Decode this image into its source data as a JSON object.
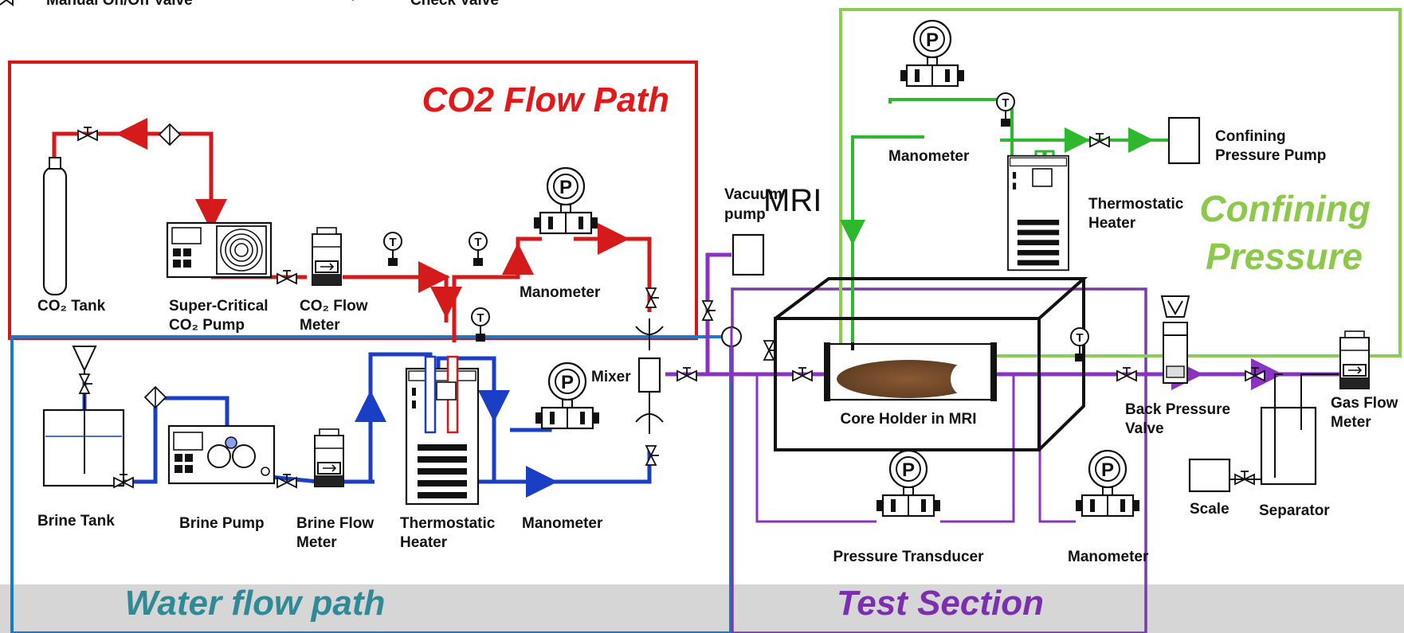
{
  "legend": {
    "valve": "Manual On/Off Valve",
    "check": "Check Valve"
  },
  "regions": {
    "co2": "CO2 Flow Path",
    "water": "Water flow path",
    "test": "Test Section",
    "confining_l1": "Confining",
    "confining_l2": "Pressure"
  },
  "mri": "MRI",
  "labels": {
    "co2_tank": "CO₂ Tank",
    "sc_pump_1": "Super-Critical",
    "sc_pump_2": "CO₂ Pump",
    "co2_meter_1": "CO₂ Flow",
    "co2_meter_2": "Meter",
    "manometer": "Manometer",
    "vacuum_1": "Vacuum",
    "vacuum_2": "pump",
    "mixer": "Mixer",
    "brine_tank": "Brine Tank",
    "brine_pump": "Brine Pump",
    "brine_meter_1": "Brine Flow",
    "brine_meter_2": "Meter",
    "thermo_1": "Thermostatic",
    "thermo_2": "Heater",
    "core_holder": "Core Holder in MRI",
    "pressure_transducer": "Pressure Transducer",
    "confining_pump_1": "Confining",
    "confining_pump_2": "Pressure Pump",
    "bpv_1": "Back Pressure",
    "bpv_2": "Valve",
    "gas_meter_1": "Gas Flow",
    "gas_meter_2": "Meter",
    "scale": "Scale",
    "separator": "Separator",
    "p_symbol": "P",
    "t_symbol": "T"
  },
  "colors": {
    "co2": "#d41a1a",
    "water": "#1a3fc4",
    "test": "#8a32c4",
    "confining": "#2db82d",
    "co2_frame": "#d01818",
    "water_frame": "#1c78c8",
    "confining_frame": "#8ccc50",
    "test_frame": "#7a3aa8",
    "water_text": "#2f8a96",
    "test_text": "#7b2fb0",
    "confining_text": "#8cc84a",
    "band": "#d6d6d6"
  }
}
